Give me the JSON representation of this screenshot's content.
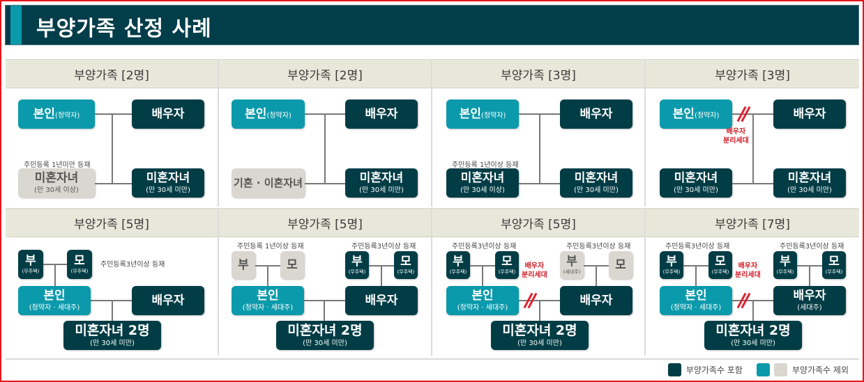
{
  "title": "부양가족 산정 사례",
  "colors": {
    "header_bg": "#023d4a",
    "accent": "#0b9aab",
    "included": "#023d46",
    "applicant": "#0b9aab",
    "excluded": "#d9d7d0",
    "cell_header_bg": "#e7e8da",
    "separation_mark": "#e02030"
  },
  "cases": [
    {
      "header": "부양가족 [2명]",
      "self": {
        "label": "본인",
        "sub": "(청약자)"
      },
      "spouse": {
        "label": "배우자"
      },
      "left_child": {
        "note": "주민등록 1년미만 등재",
        "label": "미혼자녀",
        "sub": "(만 30세 이상)",
        "status": "excluded"
      },
      "right_child": {
        "label": "미혼자녀",
        "sub": "(만 30세 미만)",
        "status": "included"
      }
    },
    {
      "header": "부양가족 [2명]",
      "self": {
        "label": "본인",
        "sub": "(청약자)"
      },
      "spouse": {
        "label": "배우자"
      },
      "left_child": {
        "label": "기혼 · 이혼자녀",
        "status": "excluded"
      },
      "right_child": {
        "label": "미혼자녀",
        "sub": "(만 30세 미만)",
        "status": "included"
      }
    },
    {
      "header": "부양가족 [3명]",
      "self": {
        "label": "본인",
        "sub": "(청약자)"
      },
      "spouse": {
        "label": "배우자"
      },
      "left_child": {
        "note": "주민등록 1년이상 등재",
        "label": "미혼자녀",
        "sub": "(만 30세 이상)",
        "status": "included"
      },
      "right_child": {
        "label": "미혼자녀",
        "sub": "(만 30세 미만)",
        "status": "included"
      }
    },
    {
      "header": "부양가족 [3명]",
      "self": {
        "label": "본인",
        "sub": "(청약자)"
      },
      "spouse": {
        "label": "배우자"
      },
      "separation": {
        "line1": "배우자",
        "line2": "분리세대"
      },
      "left_child": {
        "label": "미혼자녀",
        "sub": "(만 30세 미만)",
        "status": "included"
      },
      "right_child": {
        "label": "미혼자녀",
        "sub": "(만 30세 미만)",
        "status": "included"
      }
    },
    {
      "header": "부양가족 [5명]",
      "self_parents": {
        "note": "주민등록3년이상 등재",
        "father": "부",
        "father_sub": "(무주택)",
        "mother": "모",
        "mother_sub": "(무주택)",
        "status": "included"
      },
      "self": {
        "label": "본인",
        "sub": "(청약자 · 세대주)"
      },
      "spouse": {
        "label": "배우자"
      },
      "children": {
        "label": "미혼자녀 2명",
        "sub": "(만 30세 미만)"
      }
    },
    {
      "header": "부양가족 [5명]",
      "self_parents": {
        "note": "주민등록 1년이상 등재",
        "father": "부",
        "mother": "모",
        "status": "excluded"
      },
      "spouse_parents": {
        "note": "주민등록3년이상 등재",
        "father": "부",
        "father_sub": "(무주택)",
        "mother": "모",
        "mother_sub": "(무주택)",
        "status": "included"
      },
      "self": {
        "label": "본인",
        "sub": "(청약자 · 세대주)"
      },
      "spouse": {
        "label": "배우자"
      },
      "children": {
        "label": "미혼자녀 2명",
        "sub": "(만 30세 미만)"
      }
    },
    {
      "header": "부양가족 [5명]",
      "self_parents": {
        "note": "주민등록3년이상 등재",
        "father": "부",
        "father_sub": "(무주택)",
        "mother": "모",
        "mother_sub": "(무주택)",
        "status": "included"
      },
      "spouse_parents": {
        "note": "주민등록3년이상 등재",
        "father": "부",
        "father_sub": "(세대주)",
        "mother": "모",
        "status": "excluded"
      },
      "separation": {
        "line1": "배우자",
        "line2": "분리세대"
      },
      "self": {
        "label": "본인",
        "sub": "(청약자 · 세대주)"
      },
      "spouse": {
        "label": "배우자"
      },
      "children": {
        "label": "미혼자녀 2명",
        "sub": "(만 30세 미만)"
      }
    },
    {
      "header": "부양가족 [7명]",
      "self_parents": {
        "note": "주민등록3년이상 등재",
        "father": "부",
        "father_sub": "(무주택)",
        "mother": "모",
        "mother_sub": "(무주택)",
        "status": "included"
      },
      "spouse_parents": {
        "note": "주민등록3년이상 등재",
        "father": "부",
        "father_sub": "(무주택)",
        "mother": "모",
        "mother_sub": "(무주택)",
        "status": "included"
      },
      "separation": {
        "line1": "배우자",
        "line2": "분리세대"
      },
      "self": {
        "label": "본인",
        "sub": "(청약자 · 세대주)"
      },
      "spouse": {
        "label": "배우자",
        "sub": "(세대주)"
      },
      "children": {
        "label": "미혼자녀 2명",
        "sub": "(만 30세 미만)"
      }
    }
  ],
  "legend": {
    "included": "부양가족수 포함",
    "excluded": "부양가족수 제외"
  }
}
